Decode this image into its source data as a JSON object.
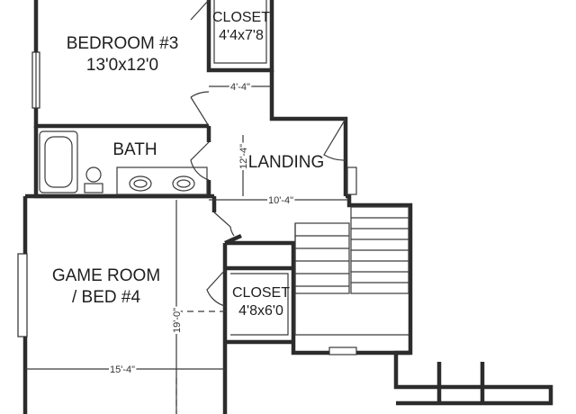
{
  "rooms": {
    "bedroom3": {
      "name": "BEDROOM #3",
      "size": "13'0x12'0"
    },
    "closet_top": {
      "name": "CLOSET",
      "size": "4'4x7'8"
    },
    "bath": {
      "name": "BATH"
    },
    "landing": {
      "name": "LANDING"
    },
    "game_room": {
      "name_line1": "GAME ROOM",
      "name_line2": "/ BED #4"
    },
    "closet_lower": {
      "name": "CLOSET",
      "size": "4'8x6'0"
    }
  },
  "dimensions": {
    "top_hall_width": "4'-4\"",
    "landing_height": "12'-4\"",
    "landing_width": "10'-4\"",
    "game_room_height": "19'-0\"",
    "game_room_width": "15'-4\""
  }
}
